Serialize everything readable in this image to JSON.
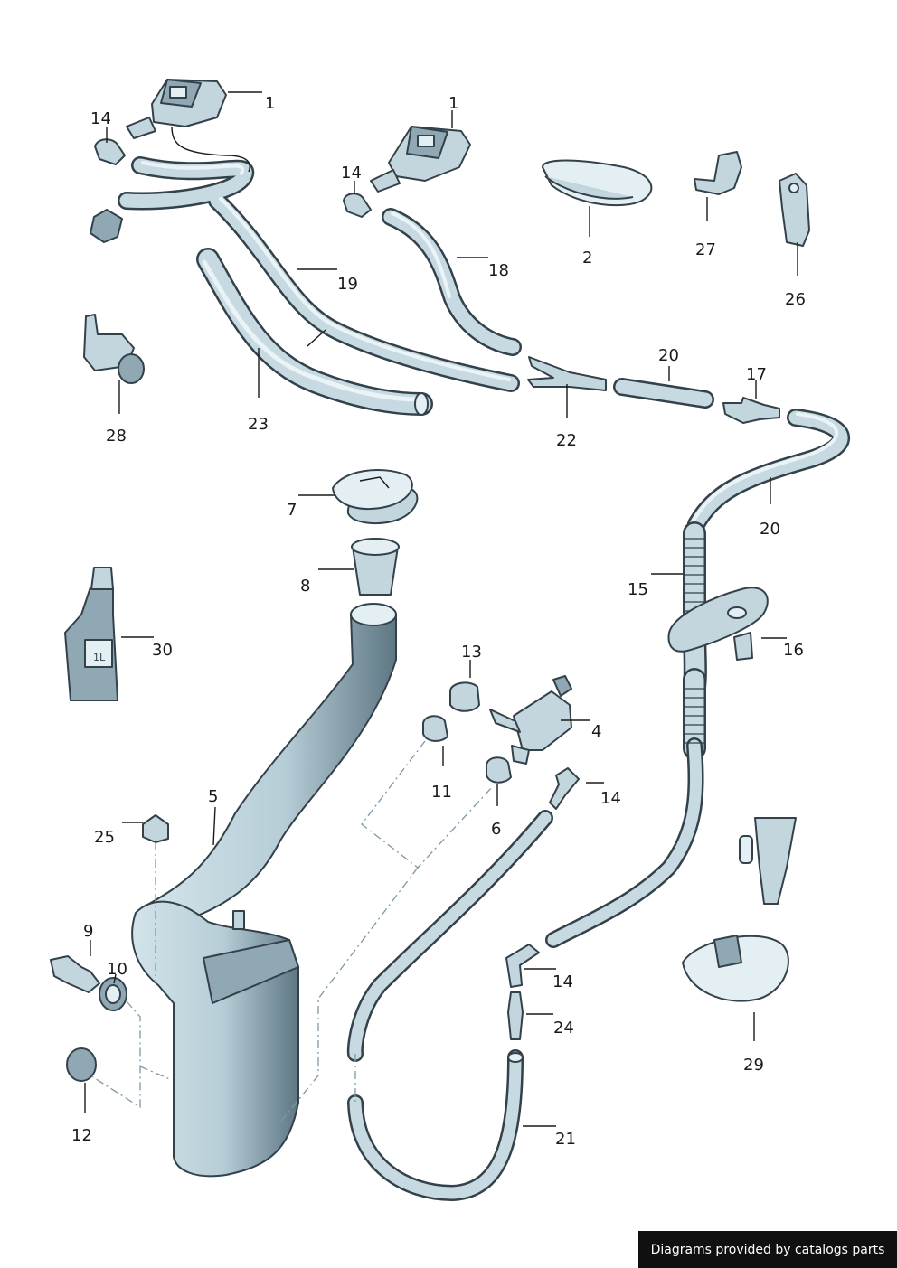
{
  "diagram": {
    "labels": [
      {
        "key": "p1a",
        "text": "1"
      },
      {
        "key": "p1b",
        "text": "1"
      },
      {
        "key": "p2",
        "text": "2"
      },
      {
        "key": "p4",
        "text": "4"
      },
      {
        "key": "p5",
        "text": "5"
      },
      {
        "key": "p6",
        "text": "6"
      },
      {
        "key": "p7",
        "text": "7"
      },
      {
        "key": "p8",
        "text": "8"
      },
      {
        "key": "p9",
        "text": "9"
      },
      {
        "key": "p10",
        "text": "10"
      },
      {
        "key": "p11",
        "text": "11"
      },
      {
        "key": "p12",
        "text": "12"
      },
      {
        "key": "p13",
        "text": "13"
      },
      {
        "key": "p14a",
        "text": "14"
      },
      {
        "key": "p14b",
        "text": "14"
      },
      {
        "key": "p14c",
        "text": "14"
      },
      {
        "key": "p14d",
        "text": "14"
      },
      {
        "key": "p15",
        "text": "15"
      },
      {
        "key": "p16",
        "text": "16"
      },
      {
        "key": "p17",
        "text": "17"
      },
      {
        "key": "p18",
        "text": "18"
      },
      {
        "key": "p19",
        "text": "19"
      },
      {
        "key": "p20a",
        "text": "20"
      },
      {
        "key": "p20b",
        "text": "20"
      },
      {
        "key": "p21",
        "text": "21"
      },
      {
        "key": "p22",
        "text": "22"
      },
      {
        "key": "p23",
        "text": "23"
      },
      {
        "key": "p24",
        "text": "24"
      },
      {
        "key": "p25",
        "text": "25"
      },
      {
        "key": "p26",
        "text": "26"
      },
      {
        "key": "p27",
        "text": "27"
      },
      {
        "key": "p28",
        "text": "28"
      },
      {
        "key": "p29",
        "text": "29"
      },
      {
        "key": "p30",
        "text": "30"
      }
    ],
    "bottle_text": "1L"
  },
  "footer": {
    "credit": "Diagrams provided by catalogs parts"
  },
  "colors": {
    "part_fill": "#c3d6de",
    "outline": "#33414a",
    "credit_background": "#101010"
  }
}
